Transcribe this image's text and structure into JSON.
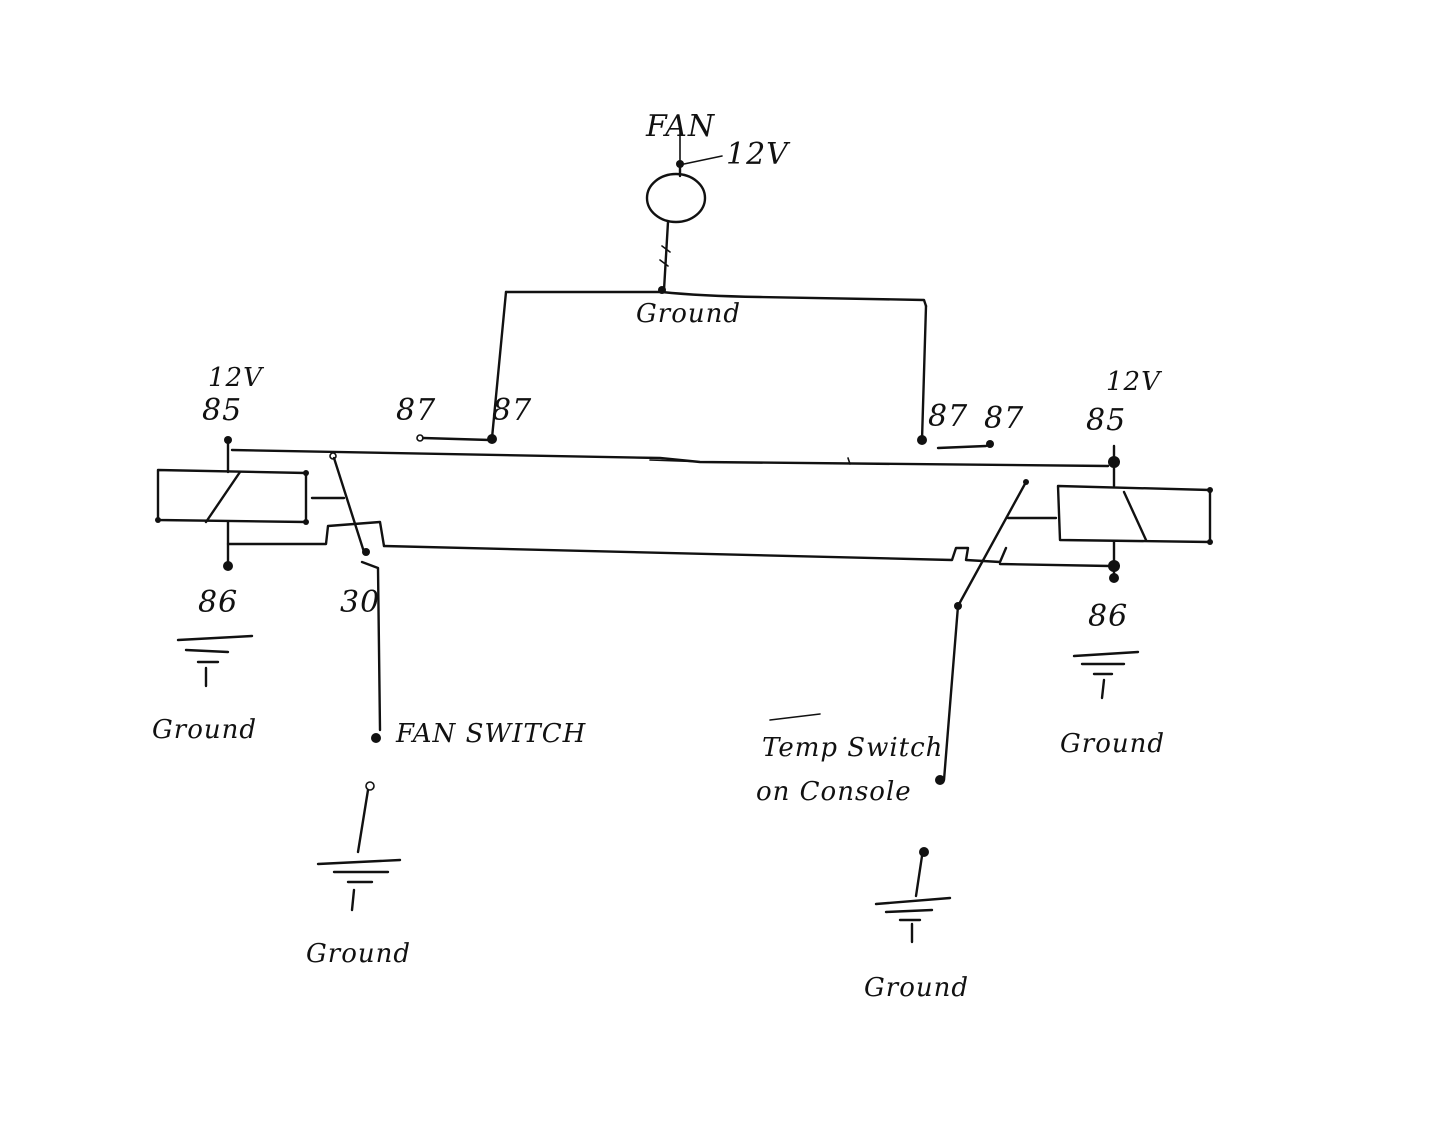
{
  "diagram": {
    "type": "hand-drawn relay wiring schematic",
    "ink_color": "#111111",
    "paper_color": "#ffffff",
    "fan": {
      "label": "FAN",
      "supply_label": "12V",
      "ground_label": "Ground"
    },
    "left_relay": {
      "pin85_label": "85",
      "pin85_supply": "12V",
      "pin86_label": "86",
      "pin87a_label": "87",
      "pin87b_label": "87",
      "pin30_label": "30",
      "ground_label": "Ground"
    },
    "right_relay": {
      "pin85_label": "85",
      "pin85_supply": "12V",
      "pin86_label": "86",
      "pin87a_label": "87",
      "pin87b_label": "87",
      "ground_label": "Ground"
    },
    "fan_switch": {
      "label": "FAN SWITCH",
      "ground_label": "Ground"
    },
    "temp_switch": {
      "label_line1": "Temp Switch",
      "label_line2": "on Console",
      "ground_label": "Ground"
    }
  }
}
